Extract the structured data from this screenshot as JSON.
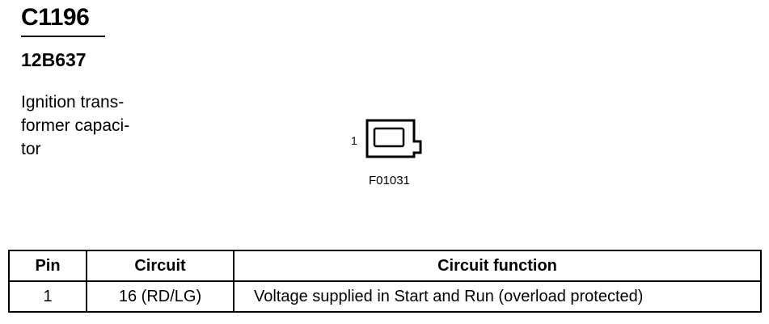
{
  "connector": {
    "id": "C1196",
    "part_number": "12B637",
    "description_lines": [
      "Ignition trans-",
      "former capaci-",
      "tor"
    ]
  },
  "diagram": {
    "pin_label": "1",
    "figure_code": "F01031"
  },
  "table": {
    "headers": {
      "pin": "Pin",
      "circuit": "Circuit",
      "circuit_function": "Circuit function"
    },
    "rows": [
      {
        "pin": "1",
        "circuit": "16 (RD/LG)",
        "circuit_function": "Voltage supplied in Start and Run (overload protected)"
      }
    ]
  }
}
